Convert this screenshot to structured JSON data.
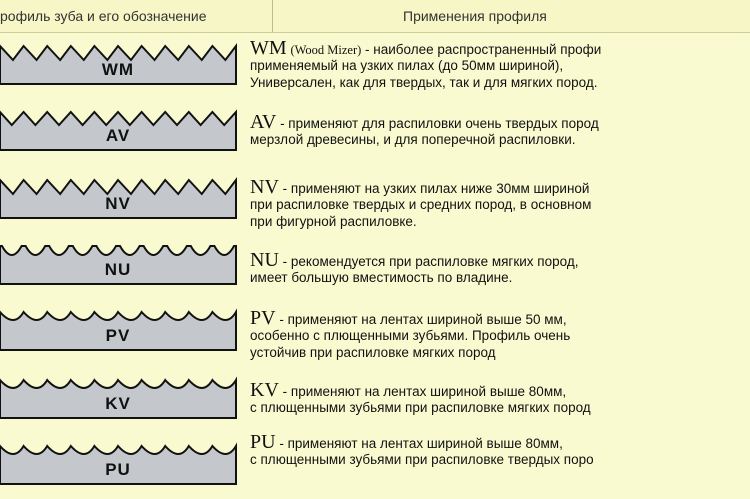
{
  "header": {
    "left": "рофиль зуба и его обозначение",
    "right": "Применения профиля"
  },
  "colors": {
    "background": "#fafad0",
    "profile_fill": "#c4c8cc",
    "profile_stroke": "#111111"
  },
  "profiles": [
    {
      "code": "WM",
      "lead": "WM",
      "sub": "(Wood Mizer)",
      "first": " - наиболее распространенный профи",
      "lines": [
        "применяемый на узких пилах (до 50мм шириной),",
        "Универсален,  как для твердых, так и для мягких пород."
      ]
    },
    {
      "code": "AV",
      "lead": "AV",
      "sub": "",
      "first": " - применяют для распиловки очень твердых пород",
      "lines": [
        "мерзлой древесины, и для поперечной распиловки."
      ]
    },
    {
      "code": "NV",
      "lead": "NV",
      "sub": "",
      "first": " - применяют на узких пилах ниже 30мм шириной",
      "lines": [
        "при распиловке твердых и средних пород, в основном",
        "при фигурной распиловке."
      ]
    },
    {
      "code": "NU",
      "lead": "NU",
      "sub": "",
      "first": " - рекомендуется при распиловке мягких пород,",
      "lines": [
        "имеет большую вместимость по владине."
      ]
    },
    {
      "code": "PV",
      "lead": "PV",
      "sub": "",
      "first": " - применяют на лентах шириной выше 50 мм,",
      "lines": [
        "особенно с плющенными зубьями. Профиль очень",
        "устойчив при распиловке мягких пород"
      ]
    },
    {
      "code": "KV",
      "lead": "KV",
      "sub": "",
      "first": " - применяют на лентах шириной выше 80мм,",
      "lines": [
        "с плющенными зубьями при распиловке мягких  пород"
      ]
    },
    {
      "code": "PU",
      "lead": "PU",
      "sub": "",
      "first": " -  применяют на лентах шириной выше 80мм,",
      "lines": [
        "с плющенными зубьями при распиловке  твердых поро"
      ]
    }
  ]
}
